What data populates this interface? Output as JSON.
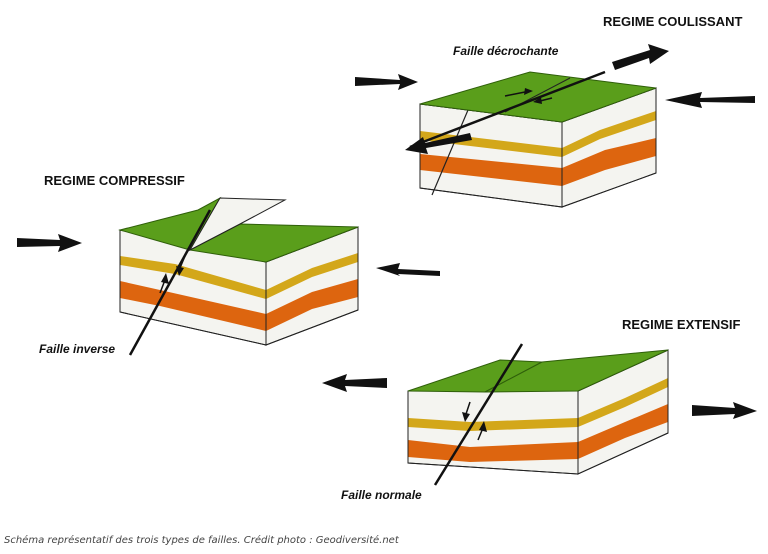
{
  "figure": {
    "colors": {
      "vegetation": "#5a9e1b",
      "vegetation_edge": "#2f5f0a",
      "white_layer": "#f4f4f0",
      "ochre_layer": "#d3a71a",
      "orange_layer": "#dd650f",
      "outline": "#222222",
      "arrow": "#111111"
    },
    "blocks": [
      {
        "regime": "REGIME COULISSANT",
        "fault_label": "Faille décrochante",
        "fault_type": "strike-slip",
        "stress": "horizontal shear"
      },
      {
        "regime": "REGIME COMPRESSIF",
        "fault_label": "Faille inverse",
        "fault_type": "reverse",
        "stress": "compression"
      },
      {
        "regime": "REGIME EXTENSIF",
        "fault_label": "Faille normale",
        "fault_type": "normal",
        "stress": "extension"
      }
    ]
  },
  "caption": "Schéma représentatif des trois types de failles. Crédit photo : Geodiversité.net"
}
